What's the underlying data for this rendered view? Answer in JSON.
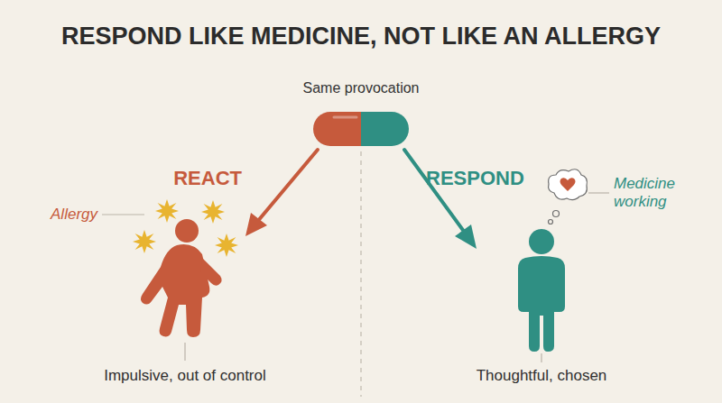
{
  "diagram": {
    "title": "RESPOND LIKE MEDICINE, NOT LIKE AN ALLERGY",
    "labels": [
      "Same provocation",
      "REACT",
      "RESPOND",
      "Allergy",
      "Medicine working",
      "Impulsive, out of control",
      "Thoughtful, chosen"
    ]
  }
}
